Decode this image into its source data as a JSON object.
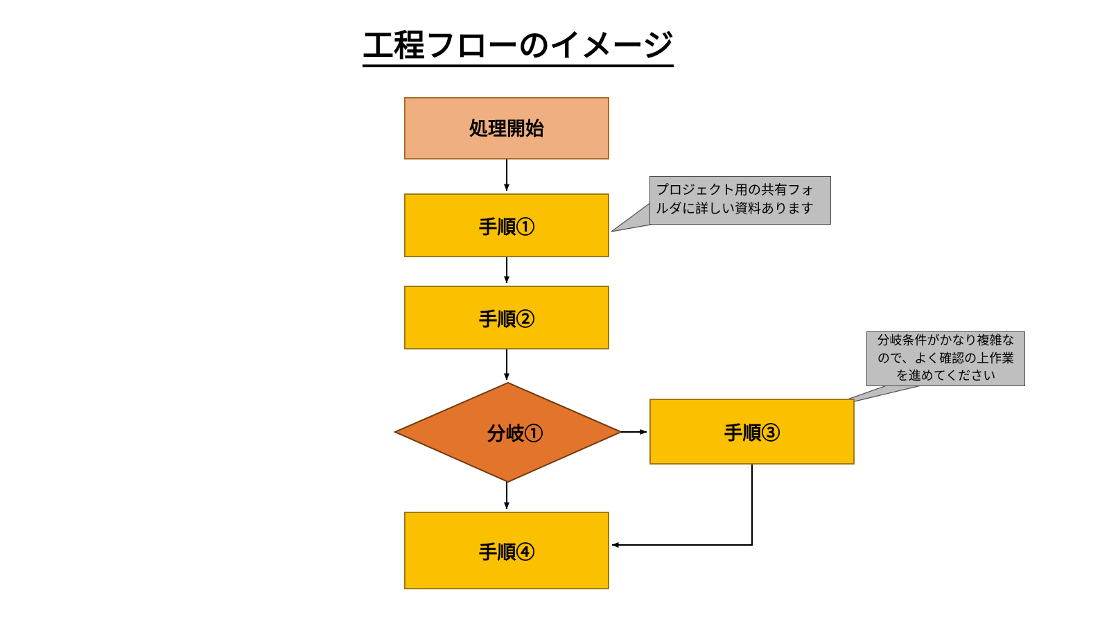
{
  "page": {
    "title": "工程フローのイメージ",
    "background_color": "#FFFFFF"
  },
  "colors": {
    "start_fill": "#F0AF80",
    "start_border": "#A86D29",
    "step_fill": "#FBC000",
    "step_border": "#9C7A18",
    "decision_fill": "#E3742B",
    "decision_border": "#7A3E12",
    "callout_fill": "#BFBFBF",
    "callout_border": "#4D4D4D",
    "connector": "#000000",
    "text": "#000000"
  },
  "flow": {
    "nodes": [
      {
        "id": "start",
        "label": "処理開始",
        "shape": "process-start"
      },
      {
        "id": "step1",
        "label": "手順①",
        "shape": "process"
      },
      {
        "id": "step2",
        "label": "手順②",
        "shape": "process"
      },
      {
        "id": "decision1",
        "label": "分岐①",
        "shape": "decision"
      },
      {
        "id": "step3",
        "label": "手順③",
        "shape": "process"
      },
      {
        "id": "step4",
        "label": "手順④",
        "shape": "process"
      }
    ],
    "connectors": [
      {
        "from": "start",
        "to": "step1",
        "direction": "down"
      },
      {
        "from": "step1",
        "to": "step2",
        "direction": "down"
      },
      {
        "from": "step2",
        "to": "decision1",
        "direction": "down"
      },
      {
        "from": "decision1",
        "to": "step3",
        "direction": "right"
      },
      {
        "from": "decision1",
        "to": "step4",
        "direction": "down"
      },
      {
        "from": "step3",
        "to": "step4",
        "direction": "down-left-elbow"
      }
    ]
  },
  "callouts": [
    {
      "id": "callout-step1",
      "points_to": "step1",
      "lines": [
        "プロジェクト用の共有フォ",
        "ルダに詳しい資料あります"
      ],
      "text": "プロジェクト用の共有フォルダに詳しい資料あります"
    },
    {
      "id": "callout-step3",
      "points_to": "step3",
      "lines": [
        "分岐条件がかなり複雑な",
        "ので、よく確認の上作業",
        "を進めてください"
      ],
      "text": "分岐条件がかなり複雑なので、よく確認の上作業を進めてください"
    }
  ]
}
